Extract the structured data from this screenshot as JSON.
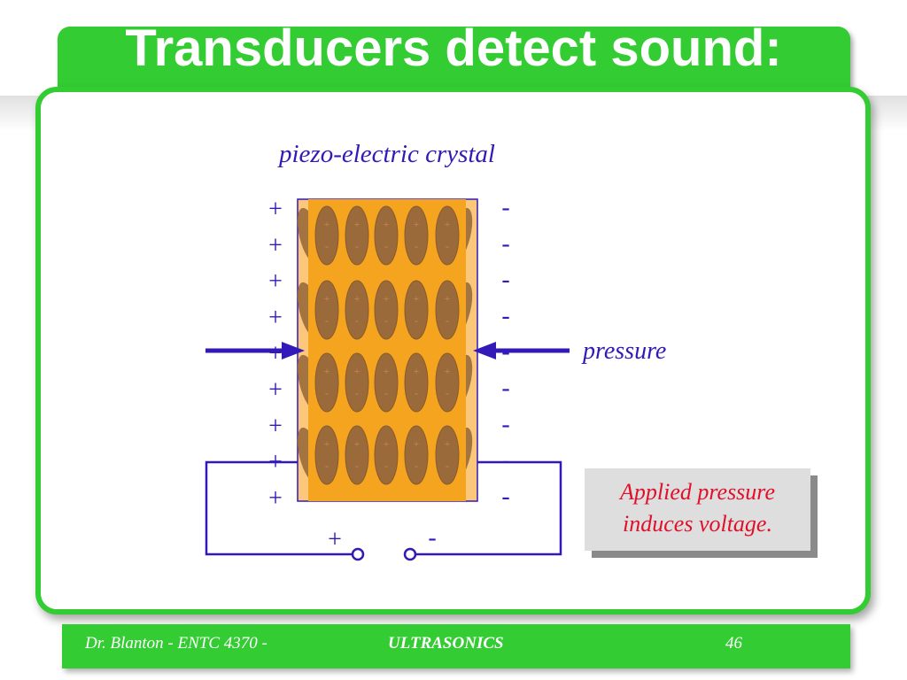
{
  "slide": {
    "title": "Transducers detect sound:"
  },
  "diagram": {
    "crystal_label": "piezo-electric crystal",
    "pressure_label": "pressure",
    "plus_sign": "+",
    "minus_sign": "-",
    "left_charge_count": 9,
    "right_charge_count": 9,
    "terminal_positive": "+",
    "terminal_negative": "-",
    "colors": {
      "accent_green": "#33cc33",
      "crystal_fill": "#f5a41f",
      "crystal_outer": "#fbc77a",
      "molecule": "#9a6a3a",
      "ink_blue": "#3319b8",
      "callout_red": "#e0102a"
    }
  },
  "callout": {
    "line1": "Applied pressure",
    "line2": "induces voltage."
  },
  "footer": {
    "author": "Dr. Blanton  -  ENTC 4370  -",
    "course": "ULTRASONICS",
    "page": "46"
  }
}
